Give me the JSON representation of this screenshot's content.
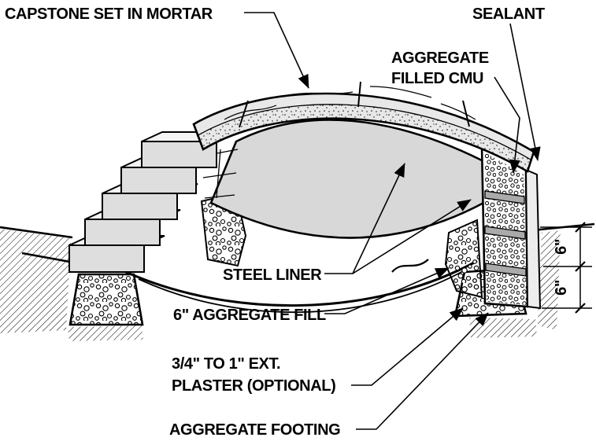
{
  "diagram": {
    "type": "construction-detail-section",
    "background": "#ffffff",
    "ink": "#000000",
    "block_fill": "#dedede",
    "block_top_fill": "#f4f4f4",
    "face_fill": "#d8d8d8",
    "web_fill": "#aaaaaa",
    "labels": {
      "capstone": "CAPSTONE SET IN MORTAR",
      "sealant": "SEALANT",
      "aggregate_cmu_1": "AGGREGATE",
      "aggregate_cmu_2": "FILLED CMU",
      "steel_liner": "STEEL LINER",
      "aggregate_fill": "6\" AGGREGATE FILL",
      "plaster_1": "3/4\" TO 1\" EXT.",
      "plaster_2": "PLASTER (OPTIONAL)",
      "aggregate_footing": "AGGREGATE FOOTING",
      "dim_upper": "6\"",
      "dim_lower": "6\""
    }
  }
}
